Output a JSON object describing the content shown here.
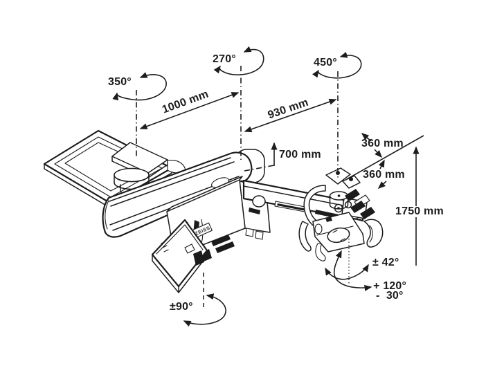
{
  "diagram": {
    "subject": "ceiling-mounted surgical microscope arm system - range of motion and dimensions",
    "brand_label": "ZEISS",
    "rotations": {
      "r350": "350°",
      "r270": "270°",
      "r450": "450°",
      "r90": "±90°",
      "tilt42": "± 42°",
      "tilt120": "+ 120°",
      "tilt30": "-  30°"
    },
    "dimensions": {
      "d1000": "1000 mm",
      "d930": "930 mm",
      "d700": "700 mm",
      "d360a": "360 mm",
      "d360b": "360 mm",
      "d1750": "1750 mm"
    },
    "colors": {
      "ink": "#1c1c1c",
      "background": "#ffffff"
    }
  }
}
